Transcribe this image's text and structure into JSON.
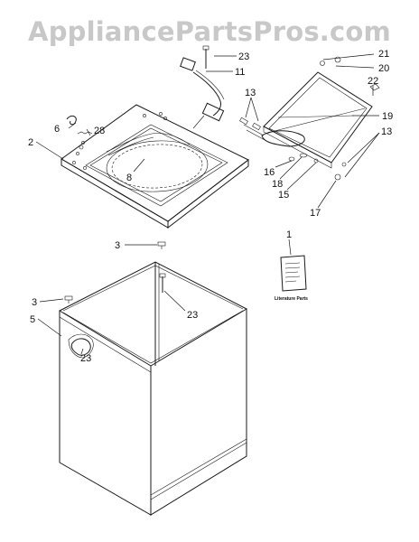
{
  "watermark": "AppliancePartsPros.com",
  "parts_tag_text": "Literature Parts",
  "callouts": {
    "c23_top": "23",
    "c11": "11",
    "c21": "21",
    "c20": "20",
    "c22": "22",
    "c13_left": "13",
    "c19": "19",
    "c13_right": "13",
    "c6": "6",
    "c28": "28",
    "c2": "2",
    "c8": "8",
    "c16": "16",
    "c18": "18",
    "c15": "15",
    "c17": "17",
    "c1": "1",
    "c3_upper": "3",
    "c23_mid": "23",
    "c3_lower": "3",
    "c5": "5",
    "c23_low": "23"
  },
  "colors": {
    "ink": "#1a1a1a",
    "watermark": "#c8c8c8",
    "background": "#ffffff"
  }
}
